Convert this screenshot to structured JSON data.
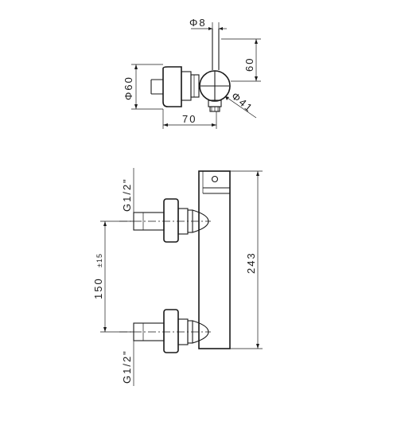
{
  "top_view": {
    "dim_pipe_diameter": "Φ8",
    "dim_height": "60",
    "dim_body_diameter": "Φ60",
    "dim_knob_diameter": "Φ41",
    "dim_width": "70"
  },
  "front_view": {
    "thread_top": "G1/2\"",
    "thread_bottom": "G1/2\"",
    "dim_spacing": "150",
    "dim_tolerance": "±15",
    "dim_total_height": "243"
  }
}
